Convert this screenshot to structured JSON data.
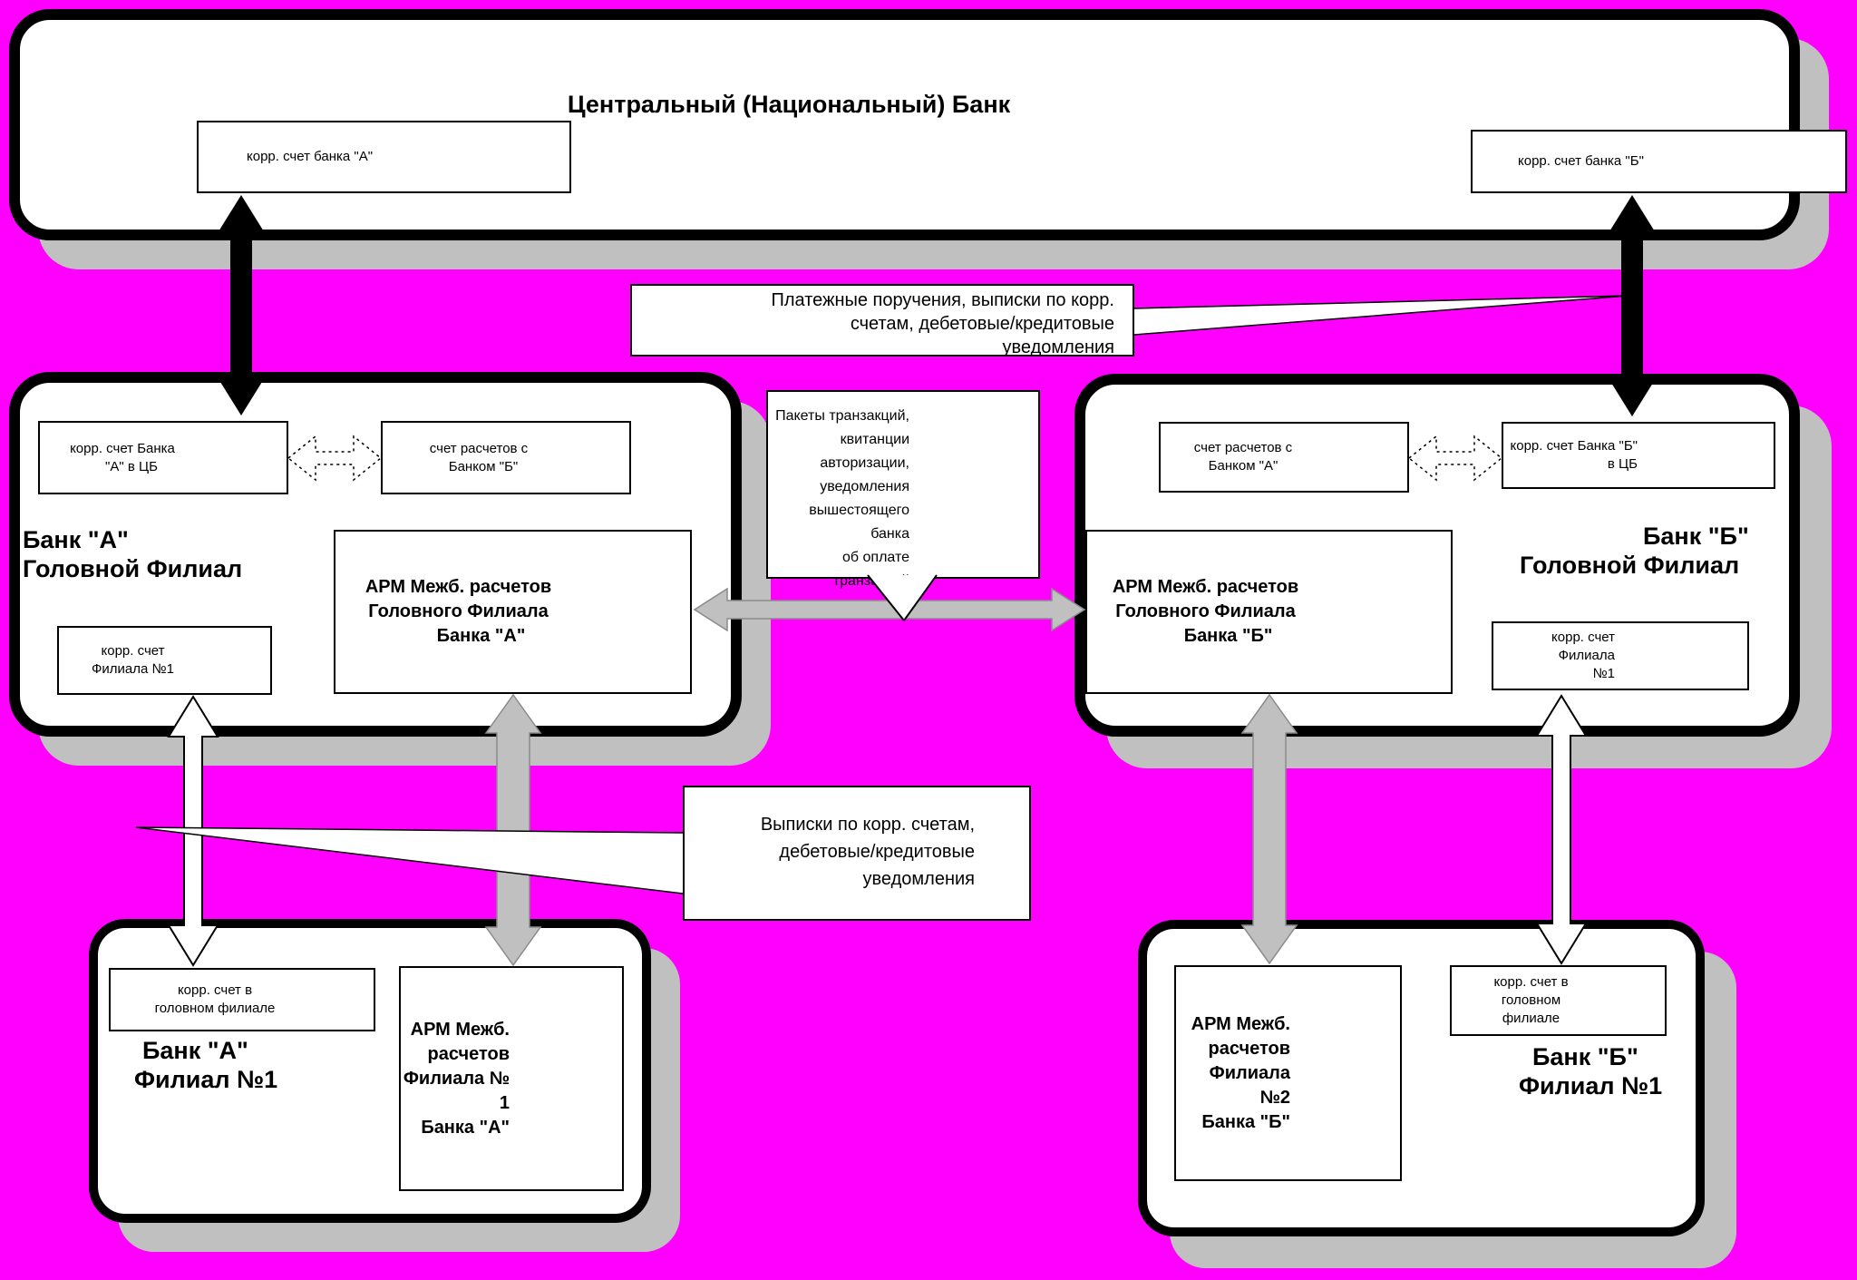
{
  "colors": {
    "background": "#ff00ff",
    "shadow": "#c0c0c0",
    "box_fill": "#ffffff",
    "line": "#000000",
    "gray_arrow": "#c0c0c0"
  },
  "central_bank": {
    "title": "Центральный (Национальный) Банк",
    "account_a": "корр. счет банка \"А\"",
    "account_b": "корр. счет банка \"Б\""
  },
  "bank_a": {
    "name": "Банк \"А\"",
    "subtitle": "Головной Филиал",
    "cb_account": [
      "корр. счет Банка",
      "\"А\" в ЦБ"
    ],
    "settlement_account": [
      "счет расчетов с",
      "Банком \"Б\""
    ],
    "arm": [
      "АРМ Межб. расчетов",
      "Головного Филиала",
      "Банка \"А\""
    ],
    "branch_account": [
      "корр. счет",
      "Филиала №1"
    ]
  },
  "bank_b": {
    "name": "Банк \"Б\"",
    "subtitle": "Головной Филиал",
    "settlement_account": [
      "счет расчетов с",
      "Банком \"А\""
    ],
    "cb_account": [
      "корр. счет Банка \"Б\"",
      "в ЦБ"
    ],
    "arm": [
      "АРМ Межб. расчетов",
      "Головного Филиала",
      "Банка \"Б\""
    ],
    "branch_account": [
      "корр. счет Филиала",
      "№1"
    ]
  },
  "branch_a": {
    "name": "Банк \"А\"",
    "subtitle": "Филиал №1",
    "account": [
      "корр. счет в",
      "головном филиале"
    ],
    "arm": [
      "АРМ Межб.",
      "расчетов",
      "Филиала № 1",
      "Банка \"А\""
    ]
  },
  "branch_b": {
    "name": "Банк \"Б\"",
    "subtitle": "Филиал №1",
    "account": [
      "корр. счет в",
      "головном",
      "филиале"
    ],
    "arm": [
      "АРМ Межб.",
      "расчетов",
      "Филиала №2",
      "Банка \"Б\""
    ]
  },
  "callouts": {
    "payments": [
      "Платежные поручения, выписки по корр.",
      "счетам, дебетовые/кредитовые",
      "уведомления"
    ],
    "packets": [
      "Пакеты транзакций,",
      "квитанции",
      "авторизации,",
      "уведомления",
      "вышестоящего банка",
      "об оплате транзакций"
    ],
    "statements": [
      "Выписки по корр. счетам,",
      "дебетовые/кредитовые",
      "уведомления"
    ]
  }
}
